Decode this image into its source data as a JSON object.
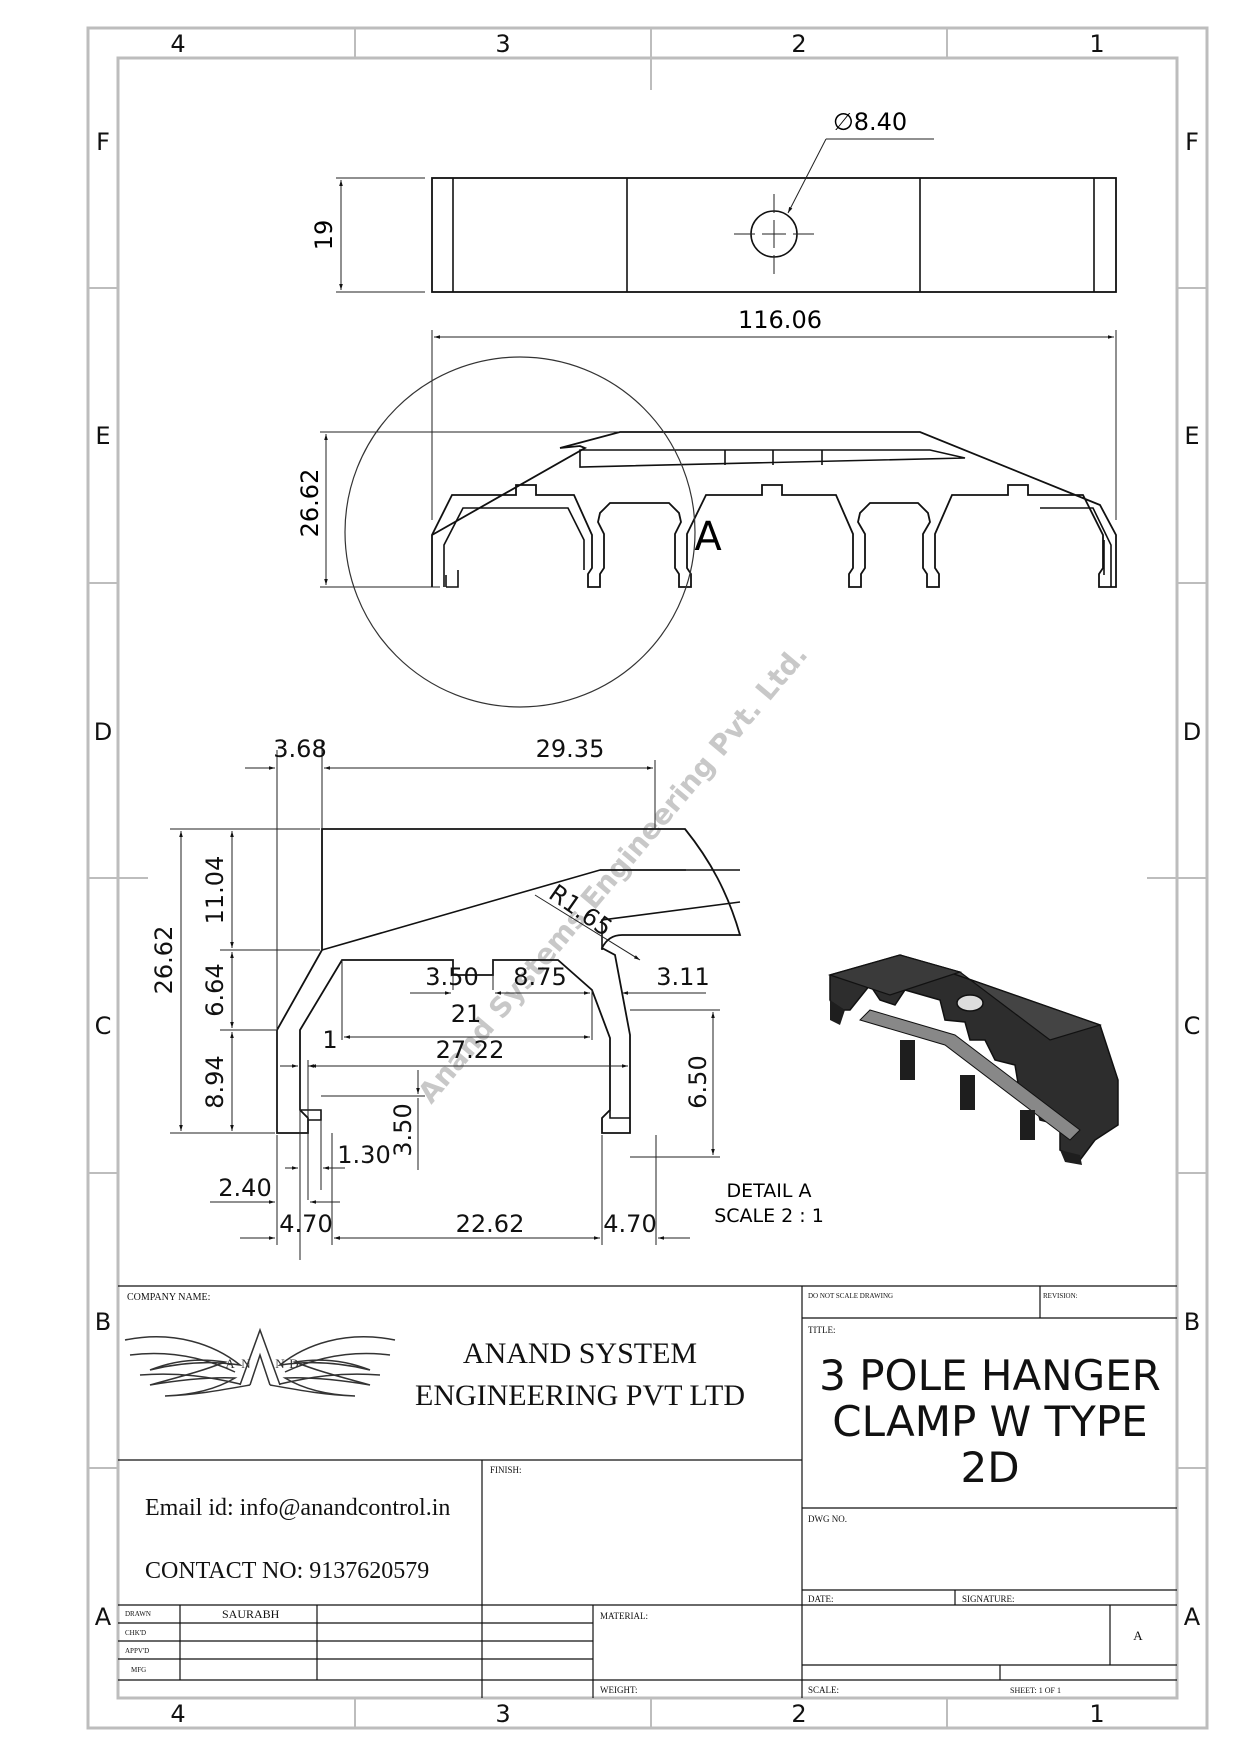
{
  "frame": {
    "col_labels": [
      "4",
      "3",
      "2",
      "1"
    ],
    "row_labels": [
      "F",
      "E",
      "D",
      "C",
      "B",
      "A"
    ]
  },
  "views": {
    "top_view": {
      "height_dim": "19",
      "hole_dim": "∅8.40"
    },
    "front_view": {
      "width_dim": "116.06",
      "height_dim": "26.62",
      "detail_callout": "A"
    },
    "detail_view": {
      "dims": {
        "d_3_68": "3.68",
        "d_29_35": "29.35",
        "d_26_62": "26.62",
        "d_11_04": "11.04",
        "d_6_64": "6.64",
        "d_8_94": "8.94",
        "d_r1_65": "R1.65",
        "d_3_50_top": "3.50",
        "d_8_75": "8.75",
        "d_3_11": "3.11",
        "d_21": "21",
        "d_1": "1",
        "d_27_22": "27.22",
        "d_6_50": "6.50",
        "d_3_50_side": "3.50",
        "d_1_30": "1.30",
        "d_2_40": "2.40",
        "d_4_70_left": "4.70",
        "d_22_62": "22.62",
        "d_4_70_right": "4.70"
      },
      "label": "DETAIL A",
      "scale": "SCALE 2 : 1"
    },
    "watermark": "Anand Systems Engineering Pvt. Ltd."
  },
  "title_block": {
    "company_name_label": "COMPANY NAME:",
    "logo_letters": [
      "A",
      "N",
      "N",
      "D"
    ],
    "company_name_line1": "ANAND SYSTEM",
    "company_name_line2": "ENGINEERING PVT LTD",
    "email": "Email id: info@anandcontrol.in",
    "contact": "CONTACT NO: 9137620579",
    "finish_label": "FINISH:",
    "do_not_scale_label": "DO NOT SCALE DRAWING",
    "revision_label": "REVISION:",
    "title_label": "TITLE:",
    "title_line1": "3 POLE HANGER",
    "title_line2": "CLAMP W TYPE",
    "title_line3": "2D",
    "dwg_no_label": "DWG NO.",
    "date_label": "DATE:",
    "signature_label": "SIGNATURE:",
    "size_value": "A",
    "drawn_label": "DRAWN",
    "drawn_name": "SAURABH",
    "chkd_label": "CHK'D",
    "appvd_label": "APPV'D",
    "mfg_label": "MFG",
    "material_label": "MATERIAL:",
    "weight_label": "WEIGHT:",
    "scale_label": "SCALE:",
    "sheet_label": "SHEET: 1 OF 1"
  }
}
